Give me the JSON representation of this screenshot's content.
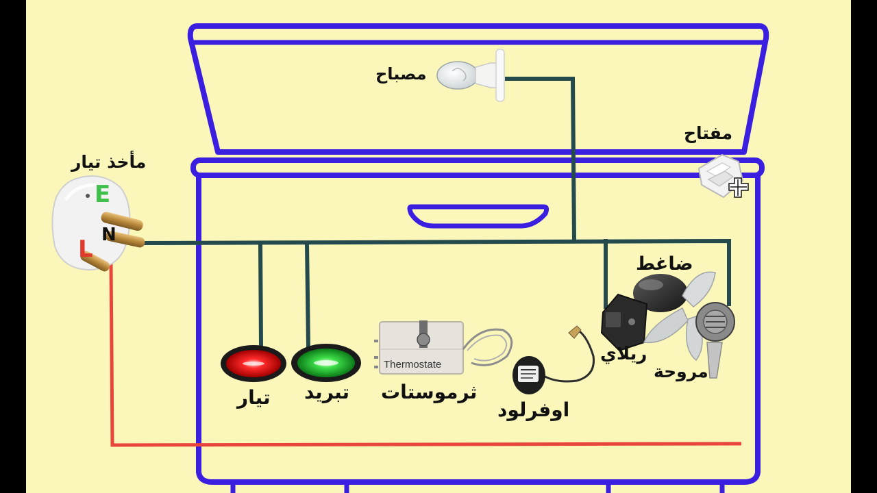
{
  "labels": {
    "lamp": "مصباح",
    "door_switch": "مفتاح",
    "outlet": "مأخذ تيار",
    "compressor": "ضاغط",
    "relay": "ريلاي",
    "fan": "مروحة",
    "power_lamp": "تيار",
    "cooling_lamp": "تبريد",
    "thermostat": "ثرموستات",
    "overload": "اوفرلود"
  },
  "plug": {
    "earth": "E",
    "neutral": "N",
    "live": "L"
  },
  "thermostat_caption": "Thermostate",
  "colors": {
    "background": "#FBF7BB",
    "freezer_outline": "#3A1FE0",
    "neutral_wire": "#244A4E",
    "live_wire": "#E8463C",
    "power_lamp": "#E01818",
    "cooling_lamp": "#2BD63A",
    "earth_letter": "#3FBF4B",
    "live_letter": "#E03A2F",
    "neutral_letter": "#111111"
  }
}
